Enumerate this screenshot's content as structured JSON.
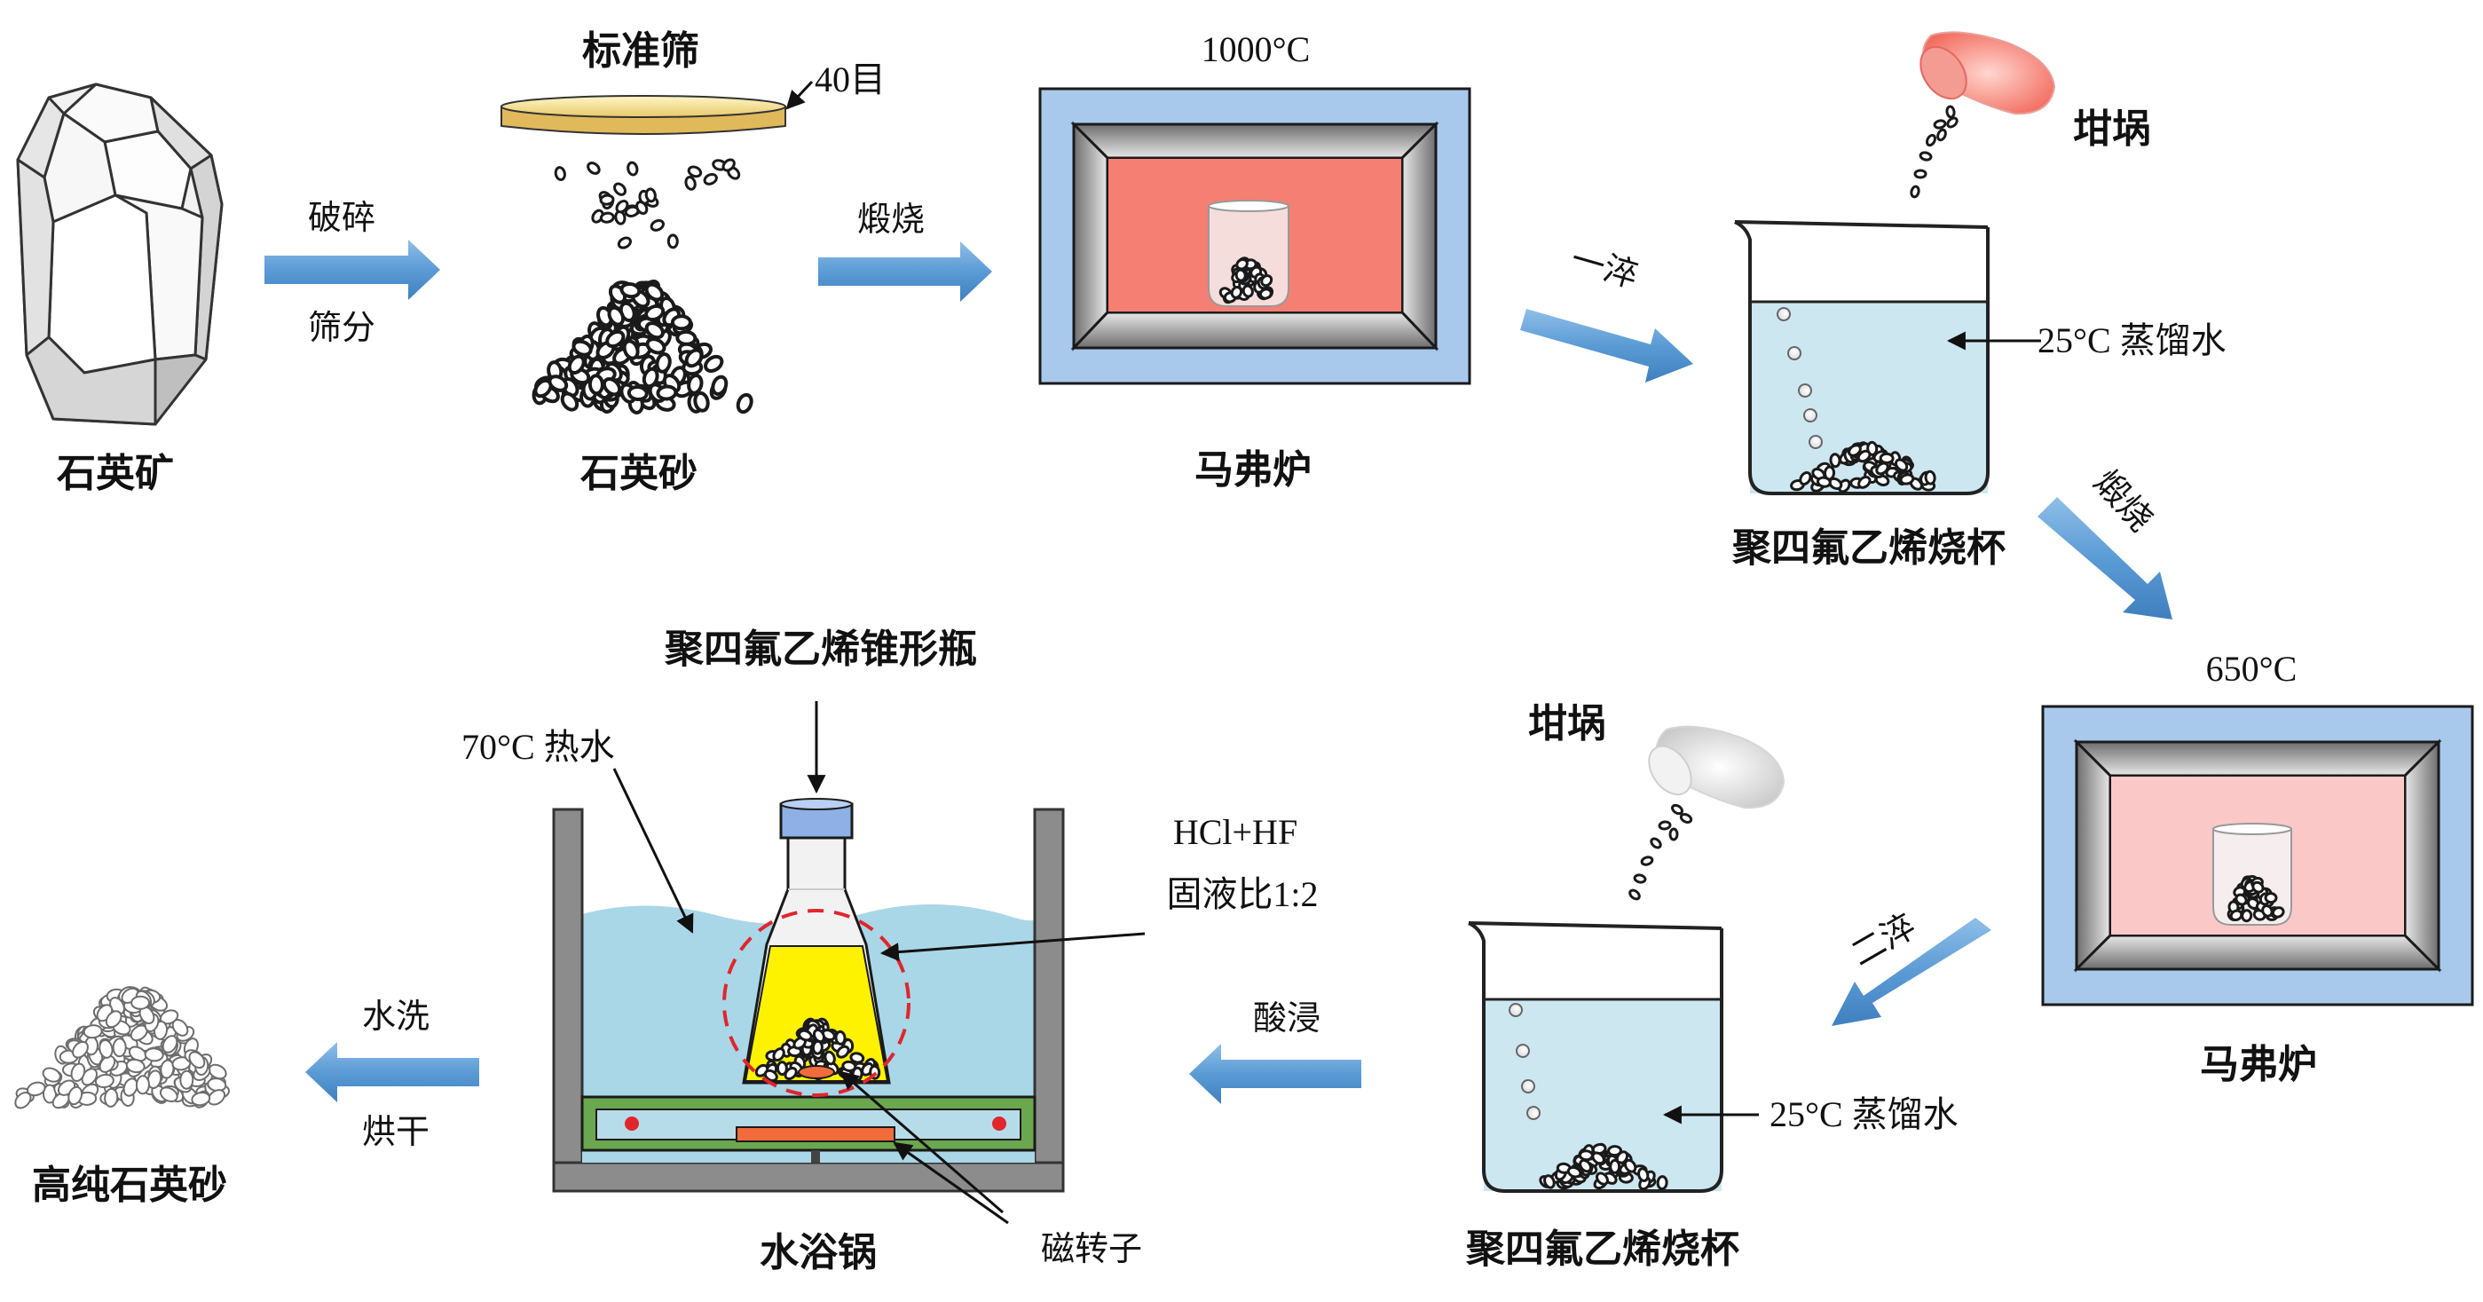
{
  "labels": {
    "quartz_ore": "石英矿",
    "crush": "破碎",
    "sieve_action": "筛分",
    "standard_sieve": "标准筛",
    "mesh": "40目",
    "quartz_sand": "石英砂",
    "calcine_1": "煅烧",
    "temp_1000": "1000°C",
    "muffle_1": "马弗炉",
    "quench_1": "一淬",
    "crucible_1": "坩埚",
    "water_1": "25°C 蒸馏水",
    "beaker_1": "聚四氟乙烯烧杯",
    "calcine_2": "煅烧",
    "temp_650": "650°C",
    "muffle_2": "马弗炉",
    "quench_2": "二淬",
    "crucible_2": "坩埚",
    "water_2": "25°C 蒸馏水",
    "beaker_2": "聚四氟乙烯烧杯",
    "acid_leach": "酸浸",
    "flask": "聚四氟乙烯锥形瓶",
    "hot_water": "70°C 热水",
    "acid": "HCl+HF",
    "ratio": "固液比1:2",
    "stir_bar": "磁转子",
    "water_bath": "水浴锅",
    "wash": "水洗",
    "dry": "烘干",
    "product": "高纯石英砂"
  },
  "colors": {
    "arrow": "#5b9bd5",
    "furnace_frame": "#a9c9ec",
    "furnace_hot": "#f57f73",
    "furnace_warm": "#fac9c7",
    "water": "#cde7f1",
    "bath_water": "#a9d7e7",
    "acid": "#fff200",
    "hotplate": "#6aa84f",
    "stir_bar": "#f26b3a",
    "dashed_circle": "#e0262c"
  },
  "icons": [
    "quartz-crystal-icon",
    "sieve-icon",
    "sand-pile-icon",
    "muffle-furnace-icon",
    "crucible-icon",
    "beaker-icon",
    "erlenmeyer-flask-icon",
    "water-bath-icon",
    "stir-bar-icon",
    "pure-sand-pile-icon"
  ]
}
